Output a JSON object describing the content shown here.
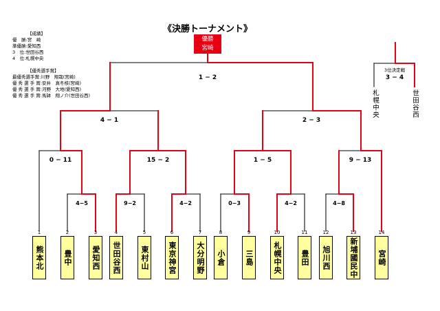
{
  "title": "《決勝トーナメント》",
  "winner_box": {
    "line1": "優勝",
    "line2": "宮崎"
  },
  "results": {
    "header": "【成績】",
    "lines": [
      "優　勝:宮　崎",
      "準優勝:愛知西",
      "3　位:世田谷西",
      "4　位:札幌中央"
    ]
  },
  "awards": {
    "header": "【優秀選手賞】",
    "lines": [
      "最優秀選手賞:川野　翔哉(宮崎)",
      "優 秀 選 手 賞:安井　真冬核(宮崎)",
      "優 秀 選 手 賞:河野　大地(愛知西)",
      "優 秀 選 手 賞:馬缽　翔ノ介(世田谷西)"
    ]
  },
  "teams": [
    {
      "num": "1",
      "name": "熊本北"
    },
    {
      "num": "2",
      "name": "豊中"
    },
    {
      "num": "3",
      "name": "愛知西"
    },
    {
      "num": "4",
      "name": "世田谷西"
    },
    {
      "num": "5",
      "name": "東村山"
    },
    {
      "num": "6",
      "name": "東京神宮"
    },
    {
      "num": "7",
      "name": "大分明野"
    },
    {
      "num": "8",
      "name": "小倉"
    },
    {
      "num": "9",
      "name": "三島"
    },
    {
      "num": "10",
      "name": "札幌中央"
    },
    {
      "num": "11",
      "name": "豊田"
    },
    {
      "num": "12",
      "name": "旭川西"
    },
    {
      "num": "13",
      "name": "新埔國民中"
    },
    {
      "num": "14",
      "name": "宮崎"
    }
  ],
  "scores": {
    "final": "1 − 2",
    "semi": [
      "4 − 1",
      "2 − 3"
    ],
    "quarter": [
      "0 − 11",
      "15 − 2",
      "1 − 5",
      "9 − 13"
    ],
    "first": [
      "4−5",
      "9−2",
      "4−2",
      "0−3",
      "4−2",
      "4−8"
    ]
  },
  "third_place": {
    "label": "3位決定戦",
    "score": "3 − 4",
    "left": "札幌中央",
    "right": "世田谷西"
  },
  "colors": {
    "win": "#e60012",
    "line": "#333333",
    "team_bg": "#ffff9e"
  }
}
